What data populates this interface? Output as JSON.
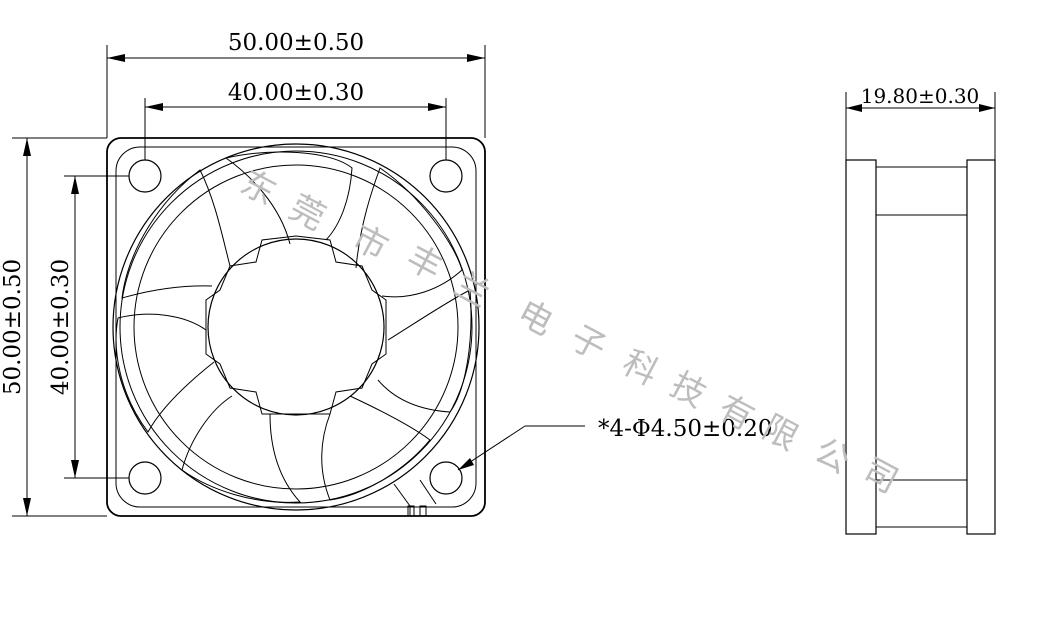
{
  "dimensions": {
    "outer_width": "50.00±0.50",
    "hole_spacing_width": "40.00±0.30",
    "outer_height": "50.00±0.50",
    "hole_spacing_height": "40.00±0.30",
    "thickness": "19.80±0.30",
    "mounting_holes": "*4-Φ4.50±0.20"
  },
  "watermark": [
    "东",
    "莞",
    "市",
    "丰",
    "兰",
    "电",
    "子",
    "科",
    "技",
    "有",
    "限",
    "公",
    "司"
  ]
}
